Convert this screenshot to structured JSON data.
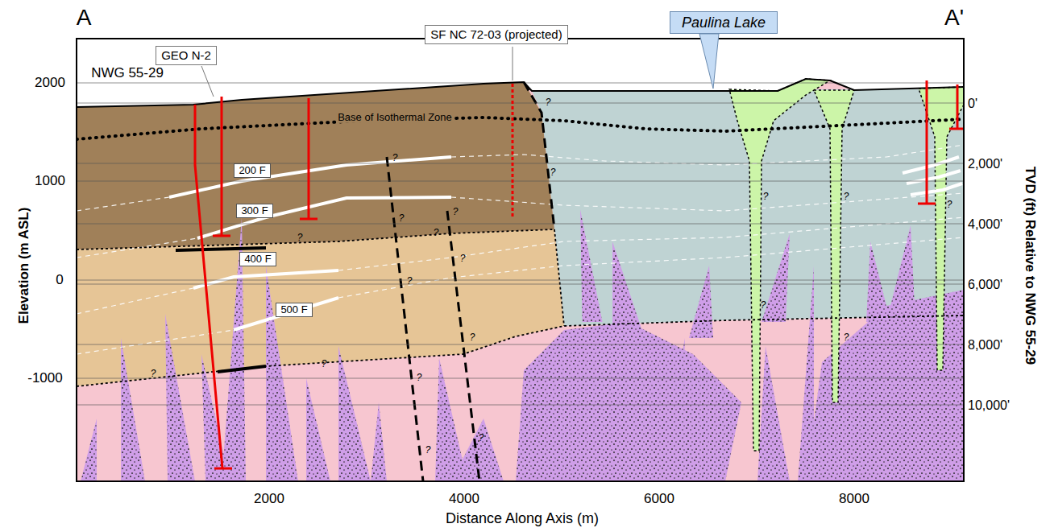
{
  "diagram": {
    "nodes": [
      {
        "text": [
          "GEO N-2"
        ]
      },
      {
        "text": [
          "SF NC 72-03 (projected)"
        ]
      },
      {
        "text": [
          "Paulina Lake"
        ]
      },
      {
        "text": [
          "200 F"
        ]
      },
      {
        "text": [
          "300 F"
        ]
      },
      {
        "text": [
          "400 F"
        ]
      },
      {
        "text": [
          "500 F"
        ]
      }
    ],
    "labels": [
      "A",
      "A'",
      "NWG 55-29",
      "Base of Isothermal Zone",
      "Elevation (m ASL)",
      "2000",
      "1000",
      "0",
      "-1000",
      "TVD (ft) Relative to NWG 55-29",
      "0'",
      "2,000'",
      "4,000'",
      "6,000'",
      "8,000'",
      "10,000'",
      "2000",
      "4000",
      "6000",
      "8000",
      "Distance Along Axis (m)",
      "?",
      "?",
      "?",
      "?",
      "?",
      "?",
      "?",
      "?",
      "?",
      "?",
      "?",
      "?",
      "?",
      "?",
      "?",
      "?",
      "?",
      "?",
      "?",
      "?"
    ]
  }
}
